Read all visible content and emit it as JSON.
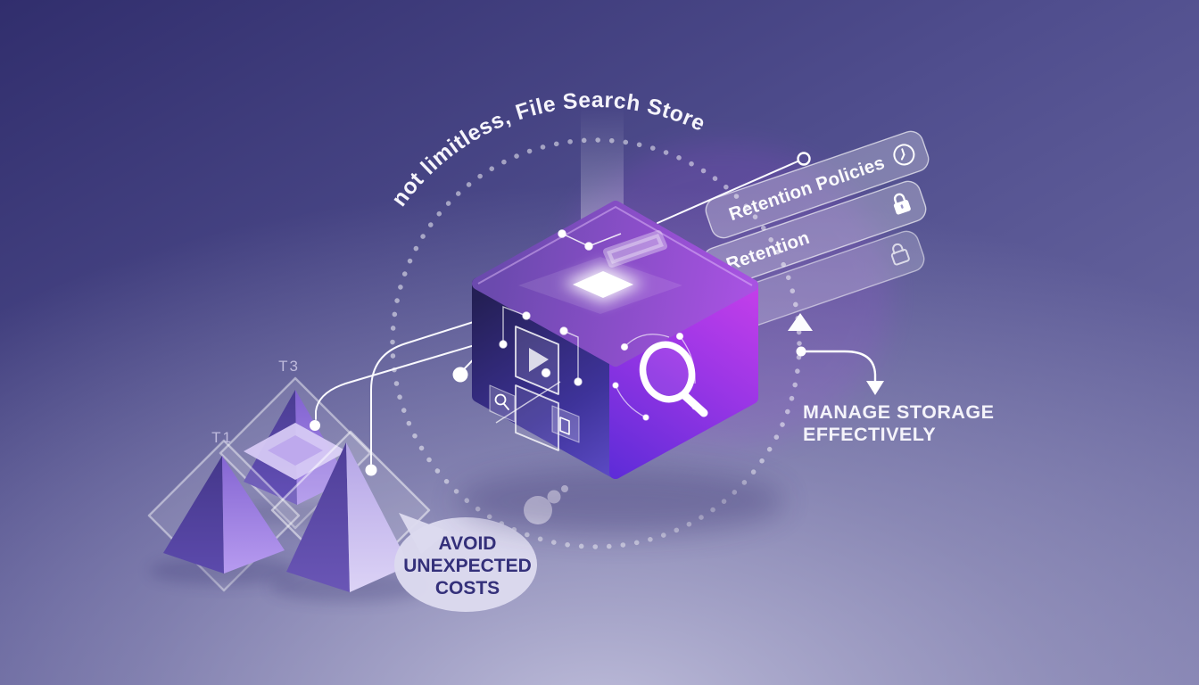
{
  "scene": {
    "arc_title": "not limitless, File Search Store",
    "panels": [
      {
        "label": "Retention Policies",
        "icon": "clock"
      },
      {
        "label": "Retention",
        "icon": "lock-filled"
      },
      {
        "label": "",
        "icon": "lock-outline"
      }
    ],
    "manage_callout": {
      "line1": "MANAGE STORAGE",
      "line2": "EFFECTIVELY"
    },
    "bubble_callout": {
      "line1": "AVOID",
      "line2": "UNEXPECTED",
      "line3": "COSTS"
    },
    "pyramids": [
      {
        "label": "T3"
      },
      {
        "label": "T1"
      },
      {
        "label": ""
      }
    ],
    "colors": {
      "background_top_left": "#312e6d",
      "background_bottom": "#b2b1cf",
      "cube_left_face": "#332c7d",
      "cube_right_face_top": "#c23fe8",
      "cube_right_face_bottom": "#6231dd",
      "pyramid_purple": "#8f72dc",
      "panel_glass": "rgba(255,255,255,0.28)",
      "bubble_fill": "#dcdaee",
      "text_dark": "#34307a",
      "text_light": "#f4f3fa"
    }
  }
}
